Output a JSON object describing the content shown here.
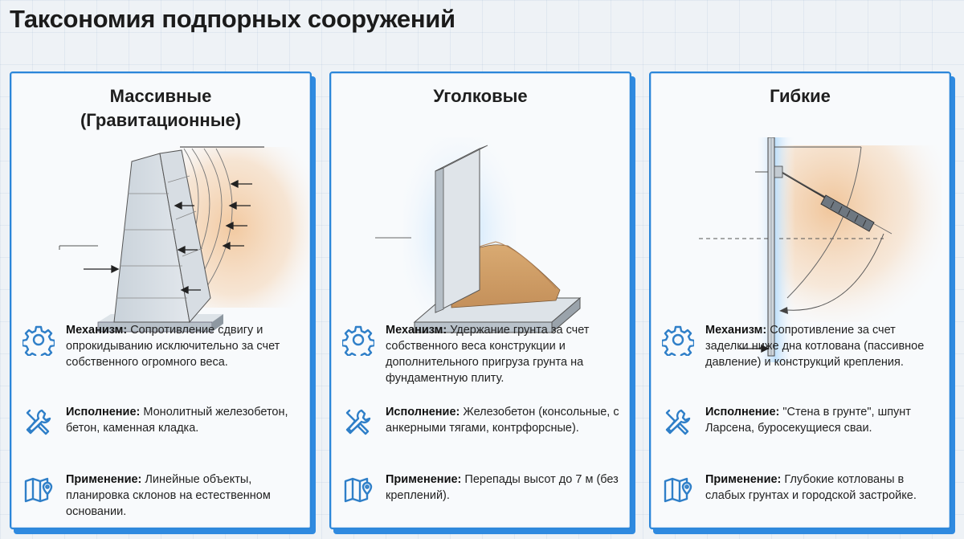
{
  "title": "Таксономия подпорных сооружений",
  "cards": [
    {
      "heading_line1": "Массивные",
      "heading_line2": "(Гравитационные)",
      "mechanism_label": "Механизм:",
      "mechanism_text": "Сопротивление сдвигу и опрокидыванию исключительно за счет собственного огромного веса.",
      "execution_label": "Исполнение:",
      "execution_text": "Монолитный железобетон, бетон, каменная кладка.",
      "application_label": "Применение:",
      "application_text": "Линейные объекты, планировка склонов на естественном основании."
    },
    {
      "heading_line1": "Уголковые",
      "heading_line2": "",
      "mechanism_label": "Механизм:",
      "mechanism_text": "Удержание грунта за счет собственного веса конструкции и дополнительного пригруза грунта на фундаментную плиту.",
      "execution_label": "Исполнение:",
      "execution_text": "Железобетон (консольные, с анкерными тягами, контрфорсные).",
      "application_label": "Применение:",
      "application_text": "Перепады высот до 7 м (без креплений)."
    },
    {
      "heading_line1": "Гибкие",
      "heading_line2": "",
      "mechanism_label": "Механизм:",
      "mechanism_text": "Сопротивление за счет заделки ниже дна котлована (пассивное давление) и конструкций крепления.",
      "execution_label": "Исполнение:",
      "execution_text": "\"Стена в грунте\", шпунт Ларсена, буросекущиеся сваи.",
      "application_label": "Применение:",
      "application_text": "Глубокие котлованы в слабых грунтах и городской застройке."
    }
  ],
  "icons": {
    "mechanism": "gear-icon",
    "execution": "tools-icon",
    "application": "map-icon"
  },
  "colors": {
    "accent": "#2b86d9",
    "icon": "#2f7fc8",
    "soil": "#e8c9a6",
    "concrete": "#cfd6dc"
  }
}
